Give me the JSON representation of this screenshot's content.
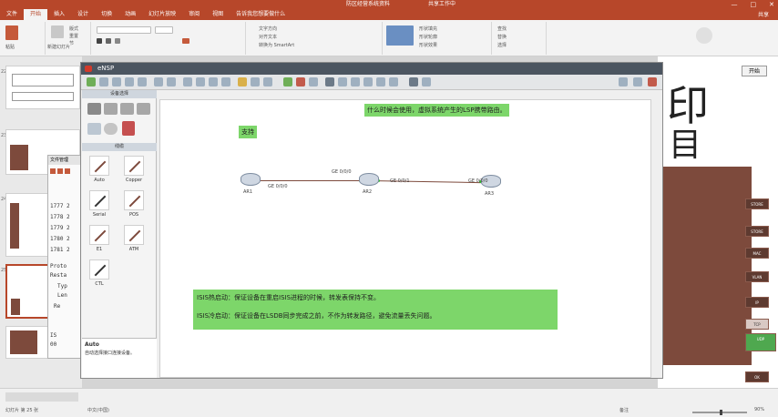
{
  "ppt": {
    "title_center": "防区经营系统资料",
    "title_right": "共享工作中",
    "tabs": [
      "文件",
      "开始",
      "插入",
      "设计",
      "切换",
      "动画",
      "幻灯片放映",
      "审阅",
      "视图",
      "告诉我您想要做什么"
    ],
    "active_tab": "开始",
    "share_label": "共享",
    "ribbon_items": [
      "粘贴",
      "新建幻灯片",
      "版式",
      "重置",
      "节",
      "文字方向",
      "对齐文本",
      "转换为 SmartArt",
      "形状填充",
      "形状轮廓",
      "形状效果",
      "查找",
      "替换",
      "选择"
    ]
  },
  "ensp": {
    "title": "eNSP",
    "devices_title": "设备选择",
    "cables_title": "线缆",
    "cables": [
      "Auto",
      "Copper",
      "Serial",
      "POS",
      "E1",
      "ATM",
      "CTL"
    ],
    "auto_info_title": "Auto",
    "auto_info_text": "自动选择接口连接设备。"
  },
  "canvas": {
    "note_top": "什么时候会使用，虚拟系统产生的LSP携带路由。",
    "support_label": "支持",
    "routers": [
      {
        "name": "AR1"
      },
      {
        "name": "AR2"
      },
      {
        "name": "AR3"
      }
    ],
    "ports": [
      "GE 0/0/0",
      "GE 0/0/0",
      "GE 0/0/1",
      "GE 0/0/0"
    ],
    "isis_hot": "ISIS热启动：保证设备在重启ISIS进程的时候，转发表保持不变。",
    "isis_cold": "ISIS冷启动：保证设备在LSDB同步完成之前，不作为转发路径，避免流量丢失问题。"
  },
  "explorer": {
    "title": "文件管理",
    "lines": [
      "1777 2",
      "1778 2",
      "1779 2",
      "1780 2",
      "1781 2",
      "Proto",
      "Resta",
      "Typ",
      "Len",
      "Re",
      "IS",
      "00"
    ]
  },
  "right_slide": {
    "chars": [
      "印",
      "目"
    ],
    "top_button": "开始",
    "buttons": [
      "STORE",
      "STORE",
      "MAC",
      "VLAN",
      "IP",
      "TCP",
      "UDP",
      "OK"
    ]
  },
  "status": {
    "slide_info": "幻灯片 第 25 张",
    "lang": "中文(中国)",
    "notes": "备注",
    "zoom": "90%"
  },
  "colors": {
    "ppt_brand": "#b7472a",
    "highlight_green": "#7dd66a",
    "brown_block": "#7d4a3c"
  }
}
